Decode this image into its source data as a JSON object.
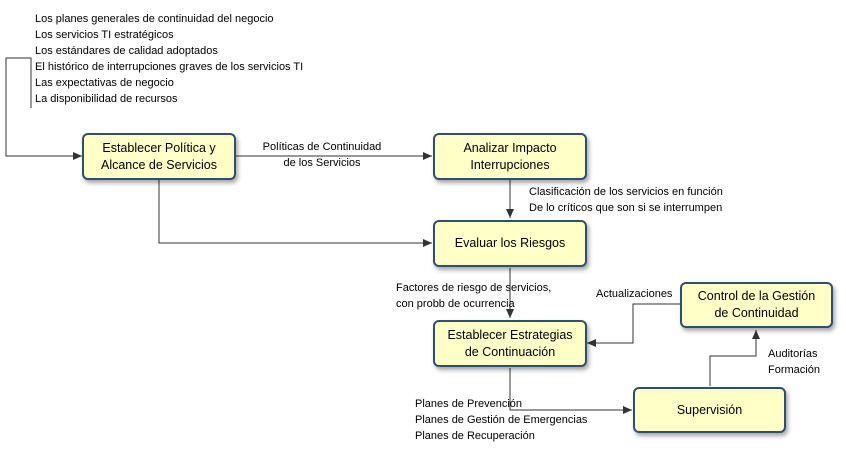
{
  "inputs": [
    "Los planes generales de continuidad del negocio",
    "Los servicios TI estratégicos",
    "Los estándares de calidad adoptados",
    "El histórico de interrupciones graves de los servicios TI",
    "Las expectativas de negocio",
    "La disponibilidad de recursos"
  ],
  "boxes": {
    "establecer_politica": [
      "Establecer Política y",
      "Alcance de Servicios"
    ],
    "analizar_impacto": [
      "Analizar Impacto",
      "Interrupciones"
    ],
    "evaluar_riesgos": [
      "Evaluar los Riesgos"
    ],
    "establecer_estrategias": [
      "Establecer  Estrategias",
      "de Continuación"
    ],
    "control_gestion": [
      "Control de la Gestión",
      "de Continuidad"
    ],
    "supervision": [
      "Supervisión"
    ]
  },
  "labels": {
    "politicas": [
      "Políticas de Continuidad",
      "de los Servicios"
    ],
    "clasificacion": [
      "Clasificación de los servicios en función",
      "De lo críticos que son si se interrumpen"
    ],
    "factores": [
      "Factores de riesgo de servicios,",
      "con probb de ocurrencia"
    ],
    "actualizaciones": "Actualizaciones",
    "auditorias": [
      "Auditorías",
      "Formación"
    ],
    "planes": [
      "Planes de Prevención",
      "Planes de Gestión de Emergencias",
      "Planes de Recuperación"
    ]
  }
}
